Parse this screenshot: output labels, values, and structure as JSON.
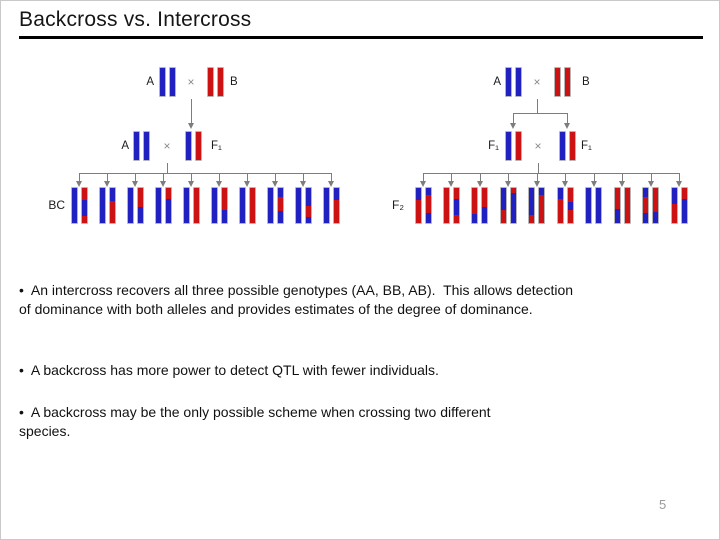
{
  "slide": {
    "title": "Backcross vs. Intercross",
    "page_number": "5"
  },
  "colors": {
    "allele_a": "#2121c2",
    "allele_b": "#cc1212",
    "line_gray": "#7d7d7d"
  },
  "bullets": {
    "marker": "•",
    "items": [
      "An intercross recovers all three possible genotypes (AA, BB, AB).  This allows detection of dominance with both alleles and provides estimates of the degree of dominance.",
      "A backcross has more power to detect QTL with fewer individuals.",
      "A backcross may be the only possible scheme when crossing two different species."
    ]
  },
  "diagrams": [
    {
      "name": "backcross",
      "gen1": {
        "left_label": "A",
        "cross_symbol": "×",
        "right_label": "B",
        "left_pair": [
          [
            [
              "a",
              100
            ]
          ],
          [
            [
              "a",
              100
            ]
          ]
        ],
        "right_pair": [
          [
            [
              "b",
              100
            ]
          ],
          [
            [
              "b",
              100
            ]
          ]
        ]
      },
      "gen2": {
        "left_label": "A",
        "cross_symbol": "×",
        "right_label": "F₁",
        "left_pair": [
          [
            [
              "a",
              100
            ]
          ],
          [
            [
              "a",
              100
            ]
          ]
        ],
        "right_pair": [
          [
            [
              "a",
              100
            ]
          ],
          [
            [
              "b",
              100
            ]
          ]
        ]
      },
      "offspring_label": "BC",
      "offspring": [
        [
          [
            [
              "a",
              100
            ]
          ],
          [
            [
              "b",
              33
            ],
            [
              "a",
              47
            ],
            [
              "b",
              20
            ]
          ]
        ],
        [
          [
            [
              "a",
              100
            ]
          ],
          [
            [
              "a",
              36
            ],
            [
              "b",
              64
            ]
          ]
        ],
        [
          [
            [
              "a",
              100
            ]
          ],
          [
            [
              "b",
              55
            ],
            [
              "a",
              45
            ]
          ]
        ],
        [
          [
            [
              "a",
              100
            ]
          ],
          [
            [
              "b",
              30
            ],
            [
              "a",
              70
            ]
          ]
        ],
        [
          [
            [
              "a",
              100
            ]
          ],
          [
            [
              "b",
              100
            ]
          ]
        ],
        [
          [
            [
              "a",
              100
            ]
          ],
          [
            [
              "b",
              62
            ],
            [
              "a",
              38
            ]
          ]
        ],
        [
          [
            [
              "a",
              100
            ]
          ],
          [
            [
              "b",
              100
            ]
          ]
        ],
        [
          [
            [
              "a",
              100
            ]
          ],
          [
            [
              "a",
              25
            ],
            [
              "b",
              40
            ],
            [
              "a",
              35
            ]
          ]
        ],
        [
          [
            [
              "a",
              100
            ]
          ],
          [
            [
              "a",
              52
            ],
            [
              "b",
              31
            ],
            [
              "a",
              17
            ]
          ]
        ],
        [
          [
            [
              "a",
              100
            ]
          ],
          [
            [
              "a",
              35
            ],
            [
              "b",
              65
            ]
          ]
        ]
      ]
    },
    {
      "name": "intercross",
      "gen1": {
        "left_label": "A",
        "cross_symbol": "×",
        "right_label": "B",
        "left_pair": [
          [
            [
              "a",
              100
            ]
          ],
          [
            [
              "a",
              100
            ]
          ]
        ],
        "right_pair": [
          [
            [
              "b",
              100
            ]
          ],
          [
            [
              "b",
              100
            ]
          ]
        ]
      },
      "gen2": {
        "left_label": "F₁",
        "cross_symbol": "×",
        "right_label": "F₁",
        "left_pair": [
          [
            [
              "a",
              100
            ]
          ],
          [
            [
              "b",
              100
            ]
          ]
        ],
        "right_pair": [
          [
            [
              "a",
              100
            ]
          ],
          [
            [
              "b",
              100
            ]
          ]
        ]
      },
      "offspring_label": "F₂",
      "offspring": [
        [
          [
            [
              "a",
              33
            ],
            [
              "b",
              67
            ]
          ],
          [
            [
              "a",
              20
            ],
            [
              "b",
              52
            ],
            [
              "a",
              28
            ]
          ]
        ],
        [
          [
            [
              "b",
              100
            ]
          ],
          [
            [
              "b",
              32
            ],
            [
              "a",
              45
            ],
            [
              "b",
              23
            ]
          ]
        ],
        [
          [
            [
              "b",
              75
            ],
            [
              "a",
              25
            ]
          ],
          [
            [
              "b",
              55
            ],
            [
              "a",
              45
            ]
          ]
        ],
        [
          [
            [
              "a",
              62
            ],
            [
              "b",
              38
            ]
          ],
          [
            [
              "b",
              14
            ],
            [
              "a",
              86
            ]
          ]
        ],
        [
          [
            [
              "a",
              78
            ],
            [
              "b",
              22
            ]
          ],
          [
            [
              "a",
              20
            ],
            [
              "b",
              80
            ]
          ]
        ],
        [
          [
            [
              "a",
              30
            ],
            [
              "b",
              70
            ]
          ],
          [
            [
              "b",
              40
            ],
            [
              "a",
              22
            ],
            [
              "b",
              38
            ]
          ]
        ],
        [
          [
            [
              "a",
              100
            ]
          ],
          [
            [
              "a",
              100
            ]
          ]
        ],
        [
          [
            [
              "b",
              60
            ],
            [
              "a",
              40
            ]
          ],
          [
            [
              "b",
              100
            ]
          ]
        ],
        [
          [
            [
              "a",
              25
            ],
            [
              "b",
              45
            ],
            [
              "a",
              30
            ]
          ],
          [
            [
              "b",
              68
            ],
            [
              "a",
              32
            ]
          ]
        ],
        [
          [
            [
              "a",
              45
            ],
            [
              "b",
              55
            ]
          ],
          [
            [
              "b",
              30
            ],
            [
              "a",
              70
            ]
          ]
        ]
      ]
    }
  ]
}
